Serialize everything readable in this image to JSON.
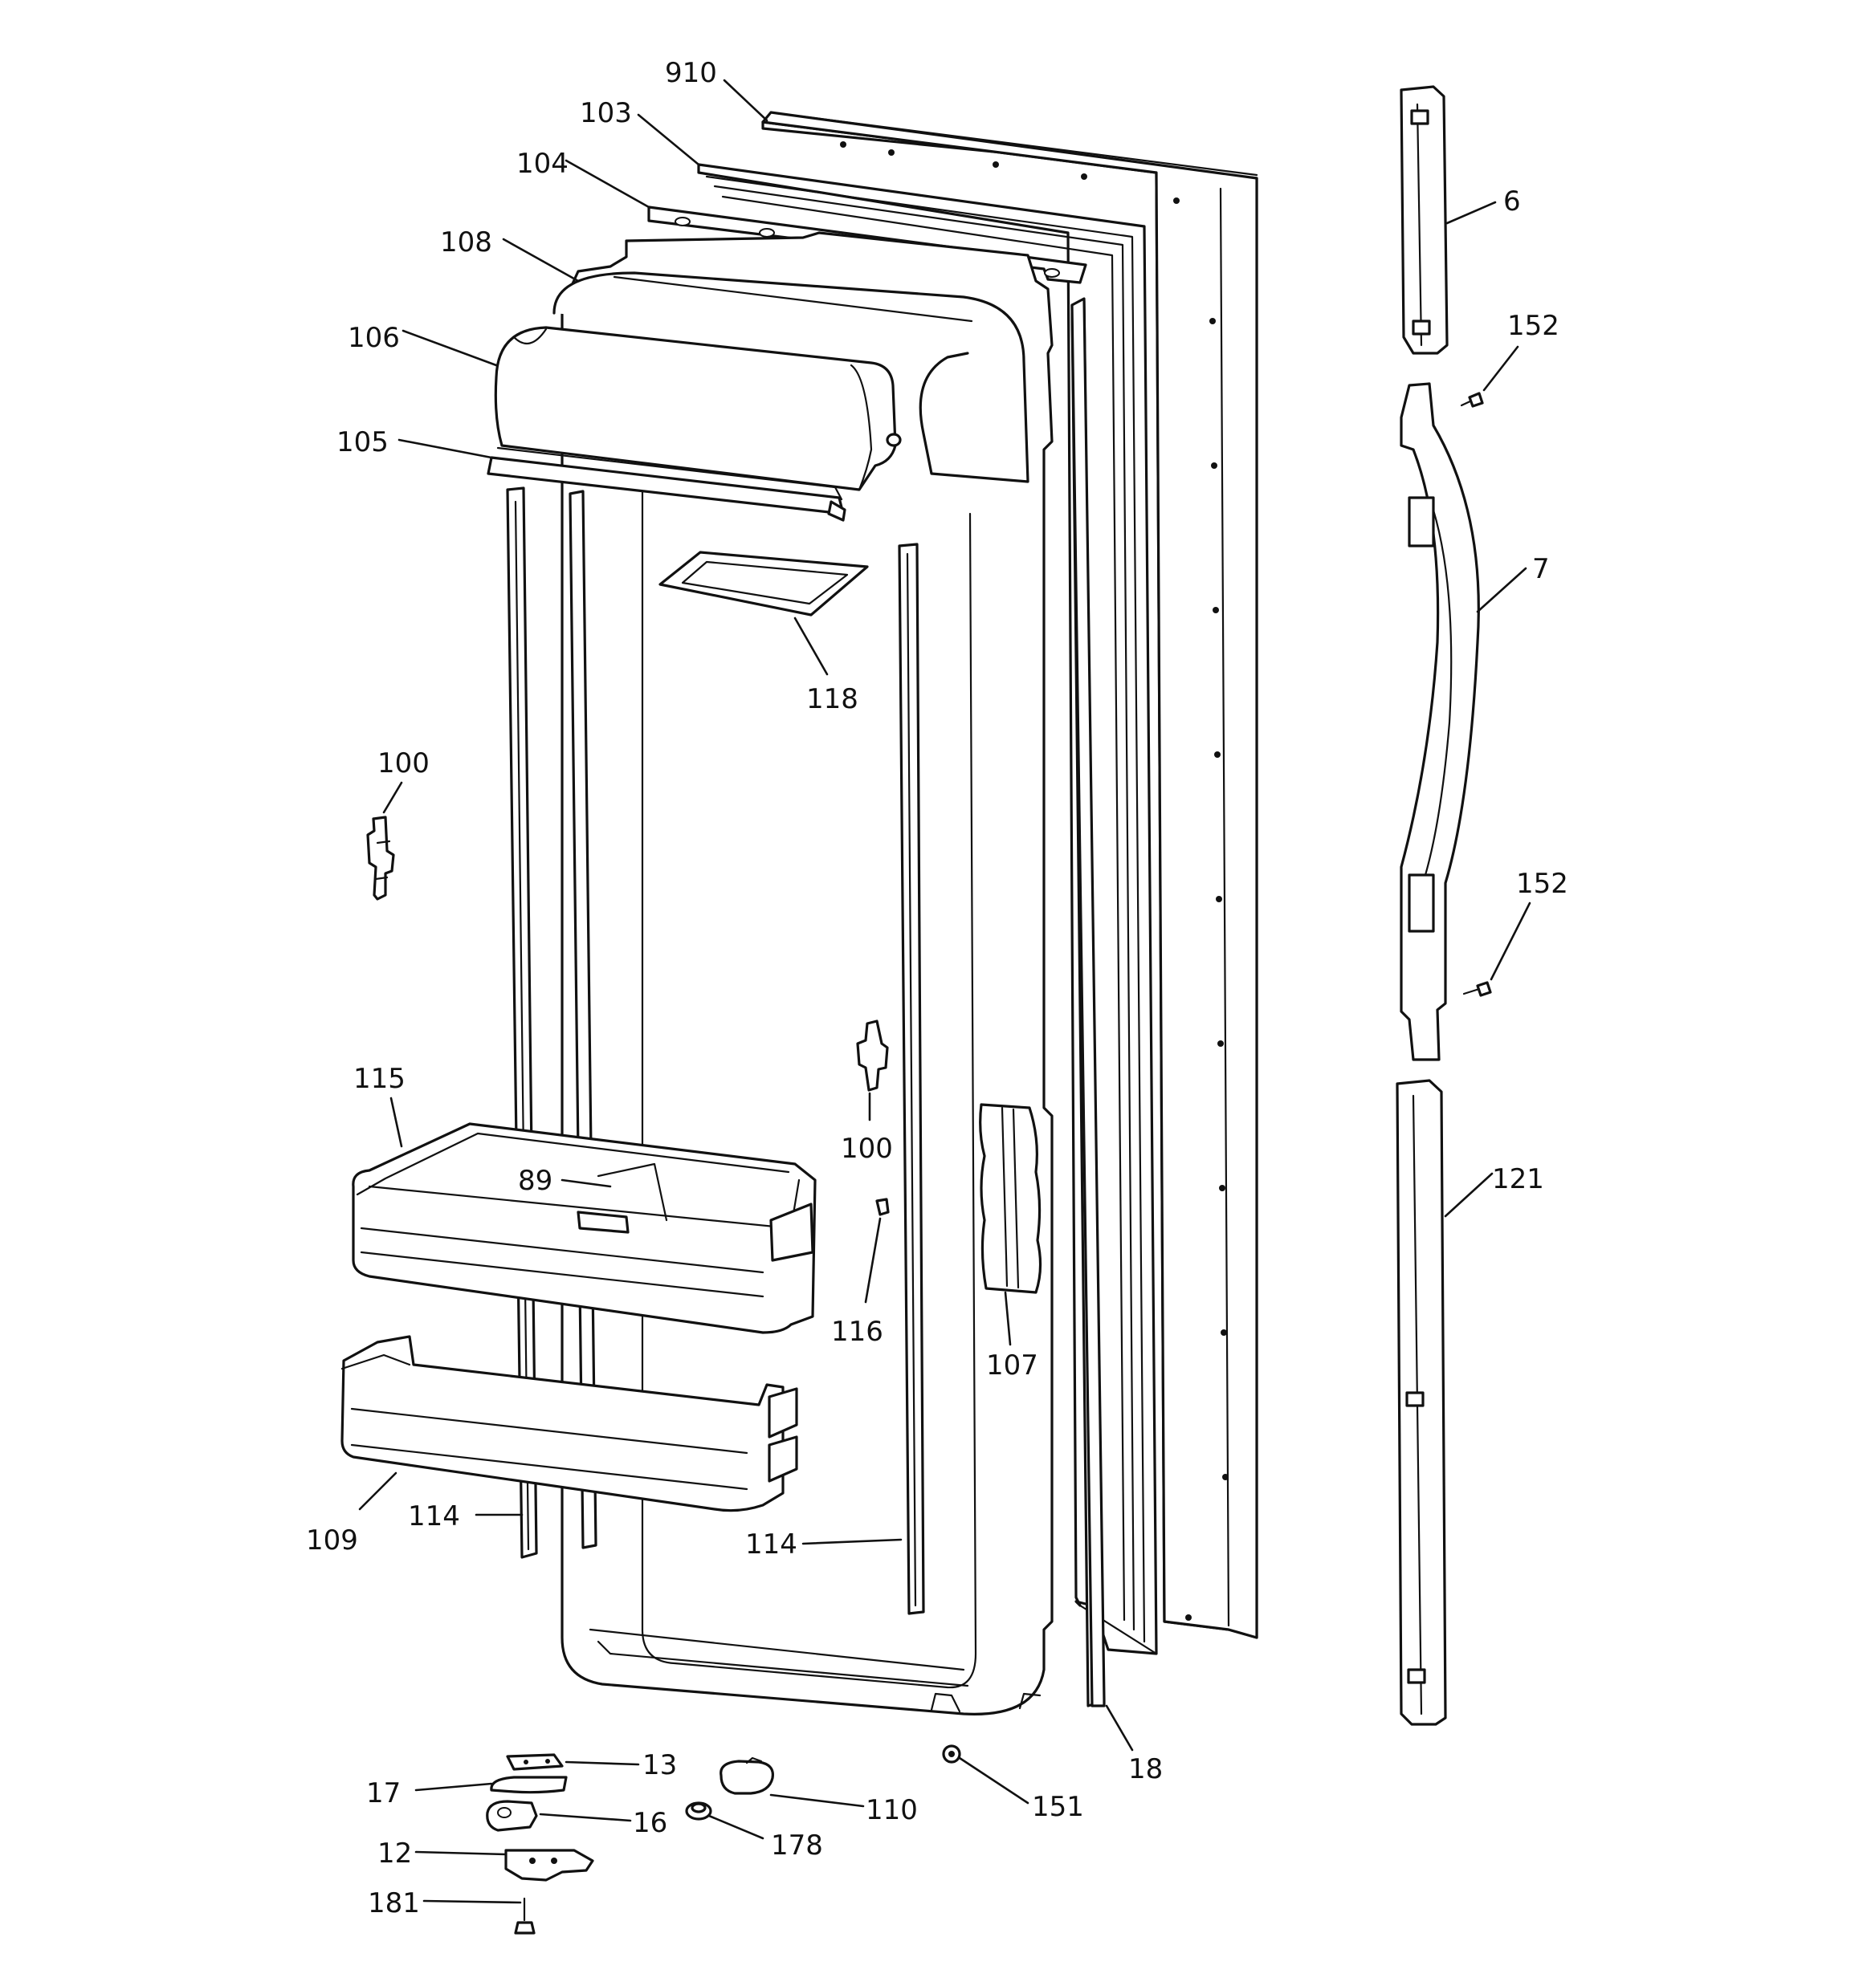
{
  "diagram": {
    "callouts": [
      {
        "id": "c910",
        "label": "910"
      },
      {
        "id": "c103",
        "label": "103"
      },
      {
        "id": "c104",
        "label": "104"
      },
      {
        "id": "c108",
        "label": "108"
      },
      {
        "id": "c106",
        "label": "106"
      },
      {
        "id": "c105",
        "label": "105"
      },
      {
        "id": "c118",
        "label": "118"
      },
      {
        "id": "c100a",
        "label": "100"
      },
      {
        "id": "c100b",
        "label": "100"
      },
      {
        "id": "c115",
        "label": "115"
      },
      {
        "id": "c89",
        "label": "89"
      },
      {
        "id": "c116",
        "label": "116"
      },
      {
        "id": "c107",
        "label": "107"
      },
      {
        "id": "c109",
        "label": "109"
      },
      {
        "id": "c114a",
        "label": "114"
      },
      {
        "id": "c114b",
        "label": "114"
      },
      {
        "id": "c6",
        "label": "6"
      },
      {
        "id": "c152a",
        "label": "152"
      },
      {
        "id": "c7",
        "label": "7"
      },
      {
        "id": "c152b",
        "label": "152"
      },
      {
        "id": "c121",
        "label": "121"
      },
      {
        "id": "c13",
        "label": "13"
      },
      {
        "id": "c17",
        "label": "17"
      },
      {
        "id": "c16",
        "label": "16"
      },
      {
        "id": "c12",
        "label": "12"
      },
      {
        "id": "c181",
        "label": "181"
      },
      {
        "id": "c110",
        "label": "110"
      },
      {
        "id": "c178",
        "label": "178"
      },
      {
        "id": "c151",
        "label": "151"
      },
      {
        "id": "c18",
        "label": "18"
      }
    ]
  }
}
